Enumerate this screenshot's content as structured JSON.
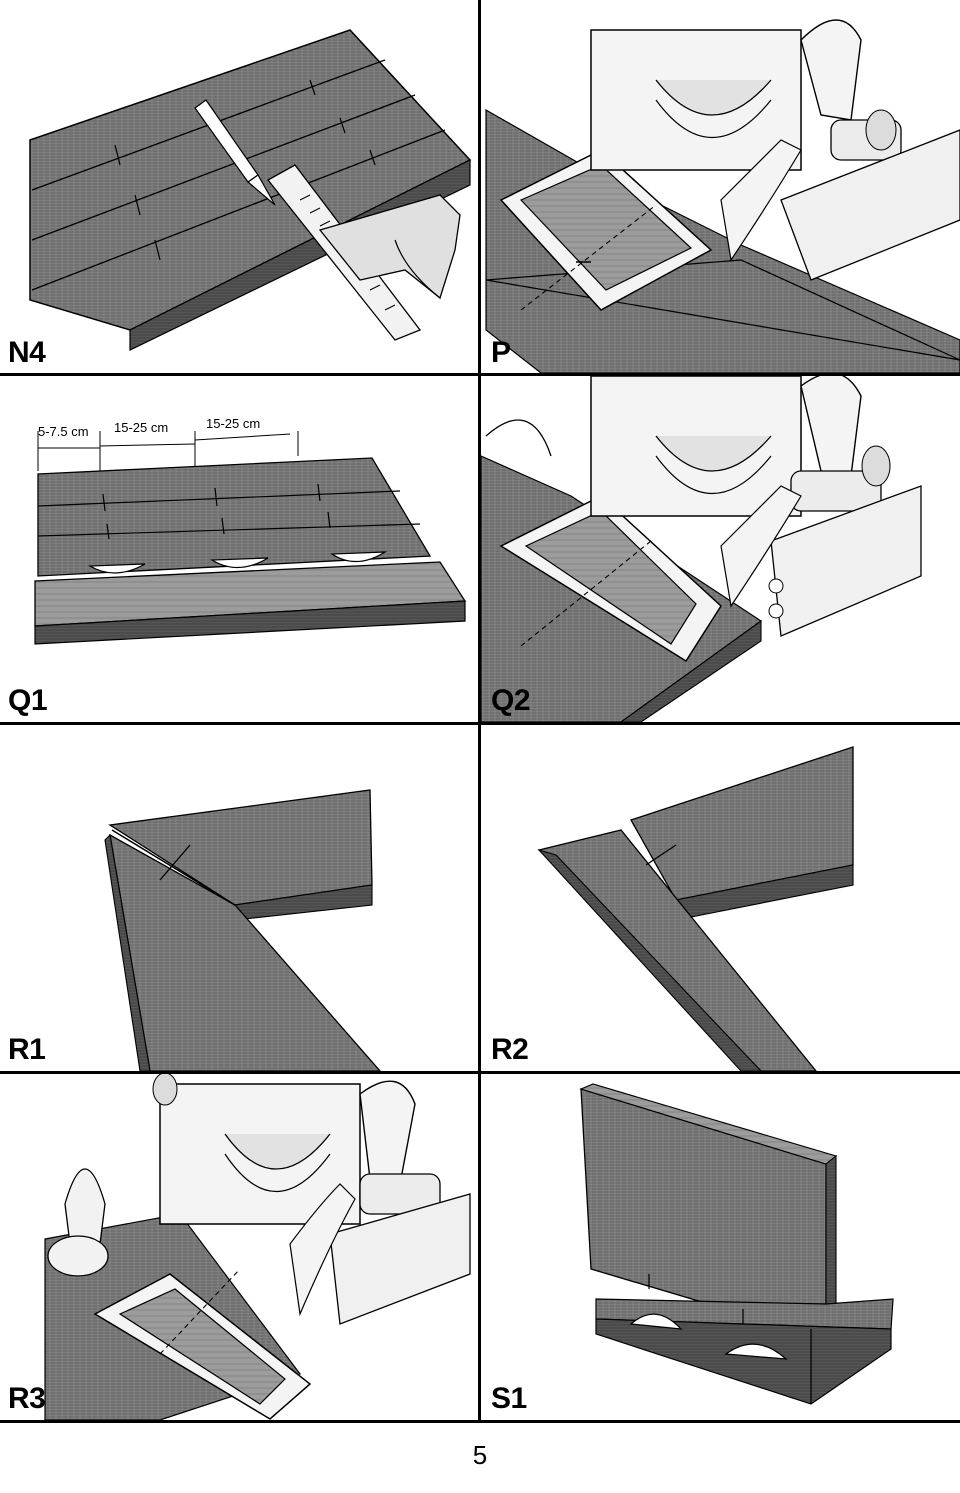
{
  "panels": {
    "n4": {
      "label": "N4"
    },
    "p": {
      "label": "P"
    },
    "q1": {
      "label": "Q1",
      "dimensions": [
        "5-7.5 cm",
        "15-25 cm",
        "15-25 cm"
      ]
    },
    "q2": {
      "label": "Q2"
    },
    "r1": {
      "label": "R1"
    },
    "r2": {
      "label": "R2"
    },
    "r3": {
      "label": "R3"
    },
    "s1": {
      "label": "S1"
    }
  },
  "page_number": "5",
  "colors": {
    "wood": "#7a7a7a",
    "wood_dark": "#4f4f4f",
    "wood_light": "#9a9a9a",
    "metal": "#e8e8e8",
    "line": "#000000"
  }
}
